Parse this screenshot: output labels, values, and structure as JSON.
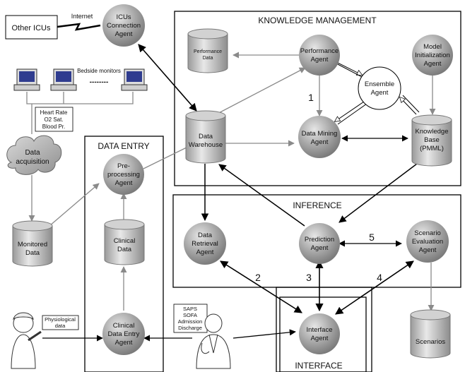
{
  "sections": {
    "knowledge_management": "KNOWLEDGE MANAGEMENT",
    "data_entry": "DATA ENTRY",
    "inference": "INFERENCE",
    "interface": "INTERFACE"
  },
  "external": {
    "other_icus": "Other ICUs",
    "internet": "Internet",
    "bedside_monitors": "Bedside monitors",
    "dots": "--------"
  },
  "agents": {
    "icus_connection": [
      "ICUs",
      "Connection",
      "Agent"
    ],
    "performance": [
      "Performance",
      "Agent"
    ],
    "model_init": [
      "Model",
      "Initialization",
      "Agent"
    ],
    "ensemble": [
      "Ensemble",
      "Agent"
    ],
    "data_mining": [
      "Data Mining",
      "Agent"
    ],
    "preprocessing": [
      "Pre-",
      "processing",
      "Agent"
    ],
    "data_retrieval": [
      "Data",
      "Retrieval",
      "Agent"
    ],
    "prediction": [
      "Prediction",
      "Agent"
    ],
    "scenario_eval": [
      "Scenario",
      "Evaluation",
      "Agent"
    ],
    "clinical_entry": [
      "Clinical",
      "Data Entry",
      "Agent"
    ],
    "interface": [
      "Interface",
      "Agent"
    ]
  },
  "stores": {
    "performance_data": [
      "Performance",
      "Data"
    ],
    "data_warehouse": [
      "Data",
      "Warehouse"
    ],
    "knowledge_base": [
      "Knowledge",
      "Base",
      "(PMML)"
    ],
    "monitored_data": [
      "Monitored",
      "Data"
    ],
    "clinical_data": [
      "Clinical",
      "Data"
    ],
    "scenarios": [
      "Scenarios"
    ]
  },
  "cloud": [
    "Data",
    "acquisition"
  ],
  "notes": {
    "vitals": [
      "Heart Rate",
      "O2 Sat.",
      "Blood Pr."
    ],
    "physiological": [
      "Physiological",
      "data"
    ],
    "scores": [
      "SAPS",
      "SOFA",
      "Admission",
      "Discharge"
    ]
  },
  "numbers": [
    "1",
    "2",
    "3",
    "4",
    "5"
  ],
  "colors": {
    "agent_fill": "#9c9c9c",
    "agent_light": "#e2e2e2",
    "gray_line": "#8a8a8a",
    "black": "#000000"
  }
}
